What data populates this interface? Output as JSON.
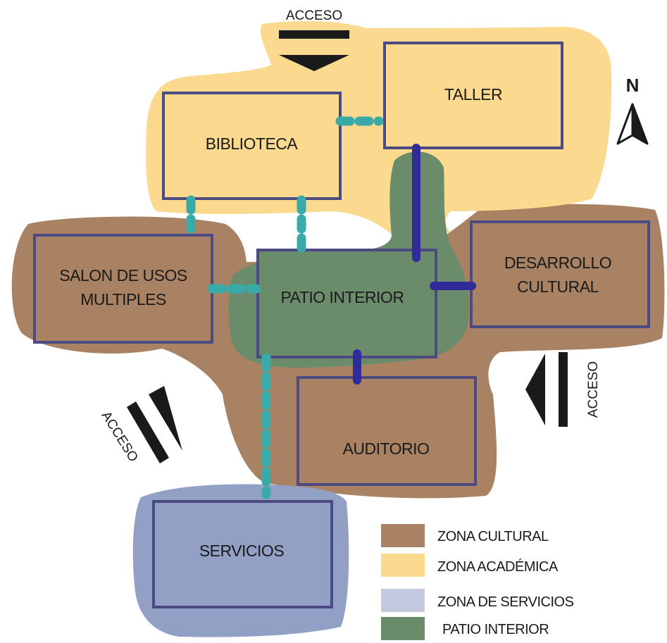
{
  "rooms": {
    "taller": "TALLER",
    "biblioteca": "BIBLIOTECA",
    "salon_line1": "SALON DE USOS",
    "salon_line2": "MULTIPLES",
    "patio": "PATIO INTERIOR",
    "desarrollo_line1": "DESARROLLO",
    "desarrollo_line2": "CULTURAL",
    "auditorio": "AUDITORIO",
    "servicios": "SERVICIOS"
  },
  "access": {
    "top": "ACCESO",
    "right": "ACCESO",
    "left": "ACCESO"
  },
  "north": "N",
  "legend": [
    {
      "label": "ZONA CULTURAL",
      "color": "#a88262"
    },
    {
      "label": "ZONA ACADÉMICA",
      "color": "#fbd98e"
    },
    {
      "label": "ZONA DE SERVICIOS",
      "color": "#c4c8e0"
    },
    {
      "label": "PATIO INTERIOR",
      "color": "#6b8c6a"
    }
  ],
  "colors": {
    "zona_cultural": "#a88262",
    "zona_academica": "#fbd98e",
    "zona_servicios": "#93a0c6",
    "patio_interior": "#6b8c6a",
    "room_outline": "#4c4a82",
    "link_dashed": "#3aaaa8",
    "link_solid": "#2f2c9a"
  }
}
